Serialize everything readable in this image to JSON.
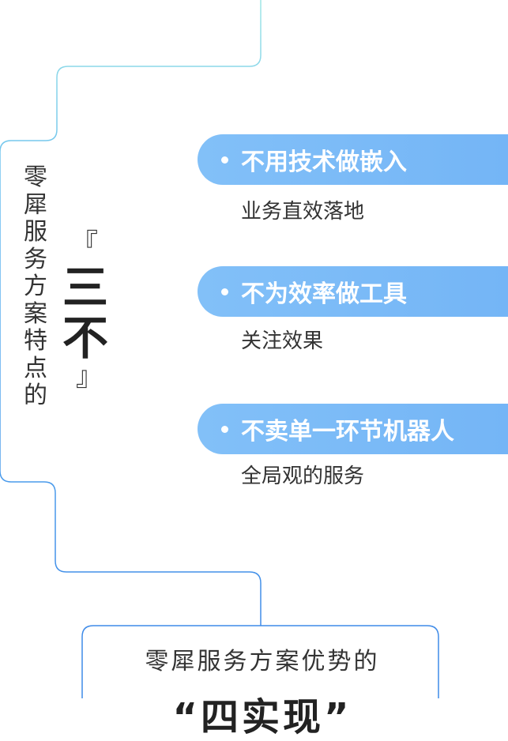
{
  "side_title_chars": [
    "零",
    "犀",
    "服",
    "务",
    "方",
    "案",
    "特",
    "点",
    "的"
  ],
  "bracket_open": "『",
  "bracket_close": "』",
  "big_chars": [
    "三",
    "不"
  ],
  "features": [
    {
      "title": "不用技术做嵌入",
      "subtitle": "业务直效落地"
    },
    {
      "title": "不为效率做工具",
      "subtitle": "关注效果"
    },
    {
      "title": "不卖单一环节机器人",
      "subtitle": "全局观的服务"
    }
  ],
  "bottom": {
    "line1": "零犀服务方案优势的",
    "line2": "“四实现”"
  },
  "colors": {
    "pill": "#7ab9f7",
    "frame_line": "#5fa8f0"
  }
}
